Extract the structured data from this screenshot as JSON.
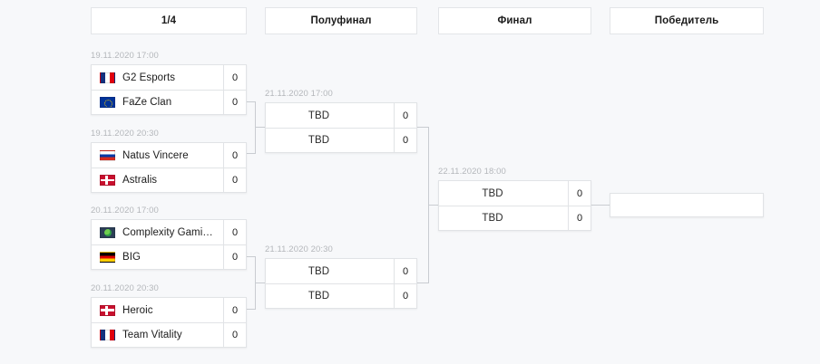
{
  "rounds": [
    {
      "label": "1/4"
    },
    {
      "label": "Полуфинал"
    },
    {
      "label": "Финал"
    },
    {
      "label": "Победитель"
    }
  ],
  "quarterfinals": [
    {
      "date": "19.11.2020 17:00",
      "teams": [
        {
          "name": "G2 Esports",
          "score": "0",
          "flag": "fr"
        },
        {
          "name": "FaZe Clan",
          "score": "0",
          "flag": "eu"
        }
      ]
    },
    {
      "date": "19.11.2020 20:30",
      "teams": [
        {
          "name": "Natus Vincere",
          "score": "0",
          "flag": "ru"
        },
        {
          "name": "Astralis",
          "score": "0",
          "flag": "dk"
        }
      ]
    },
    {
      "date": "20.11.2020 17:00",
      "teams": [
        {
          "name": "Complexity Gami…",
          "score": "0",
          "flag": "world"
        },
        {
          "name": "BIG",
          "score": "0",
          "flag": "de"
        }
      ]
    },
    {
      "date": "20.11.2020 20:30",
      "teams": [
        {
          "name": "Heroic",
          "score": "0",
          "flag": "dk"
        },
        {
          "name": "Team Vitality",
          "score": "0",
          "flag": "fr"
        }
      ]
    }
  ],
  "semifinals": [
    {
      "date": "21.11.2020 17:00",
      "teams": [
        {
          "name": "TBD",
          "score": "0"
        },
        {
          "name": "TBD",
          "score": "0"
        }
      ]
    },
    {
      "date": "21.11.2020 20:30",
      "teams": [
        {
          "name": "TBD",
          "score": "0"
        },
        {
          "name": "TBD",
          "score": "0"
        }
      ]
    }
  ],
  "final": {
    "date": "22.11.2020 18:00",
    "teams": [
      {
        "name": "TBD",
        "score": "0"
      },
      {
        "name": "TBD",
        "score": "0"
      }
    ]
  },
  "winner": {
    "name": ""
  },
  "colors": {
    "background": "#f7f8fa",
    "card": "#ffffff",
    "border": "#e1e3e6",
    "connector": "#c9ccd1",
    "date_text": "#b4b7bb",
    "primary_text": "#1b1b1b"
  }
}
